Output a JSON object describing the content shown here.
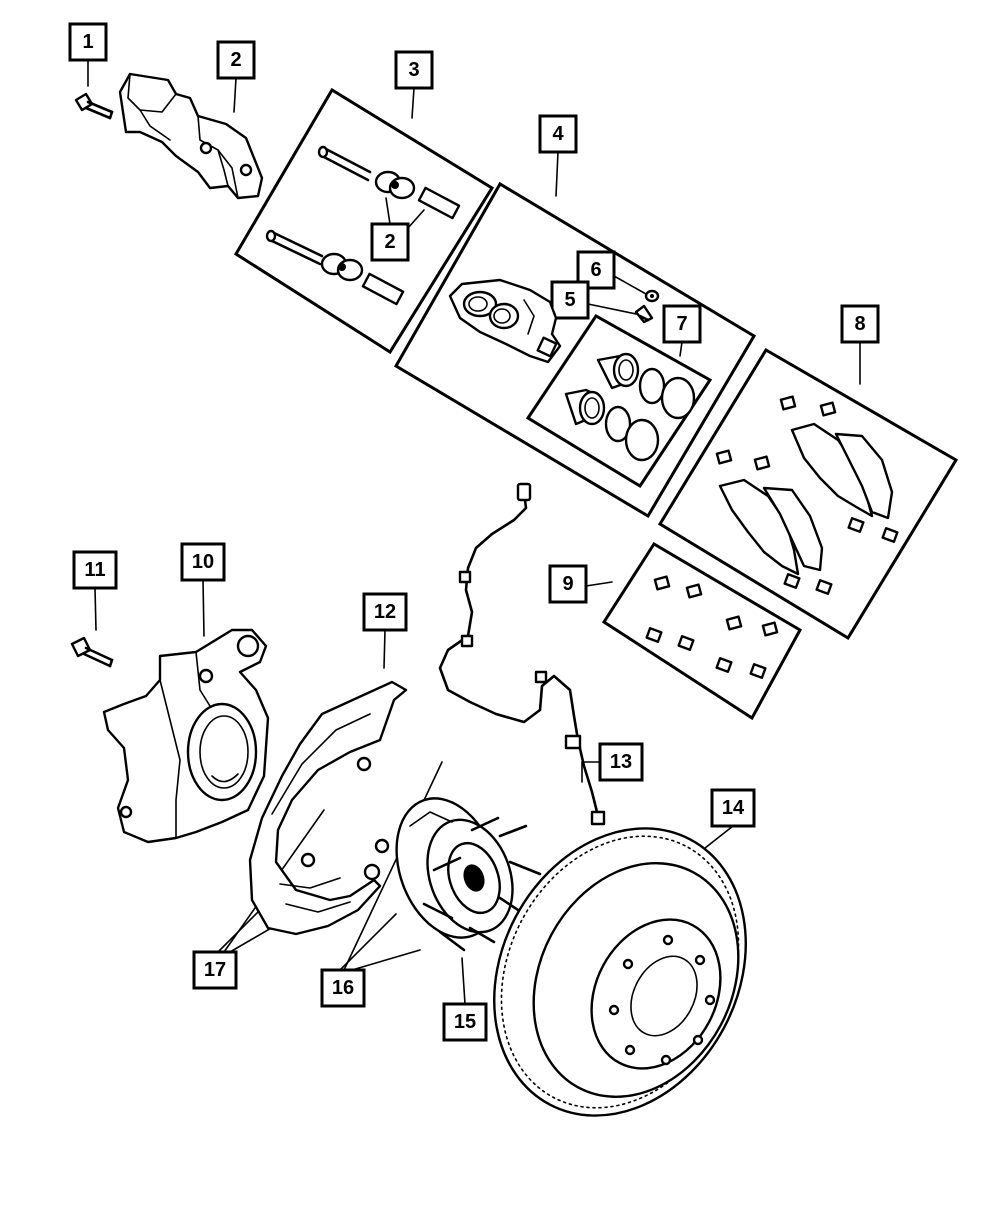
{
  "callouts": [
    {
      "id": "c1",
      "text": "1"
    },
    {
      "id": "c2a",
      "text": "2"
    },
    {
      "id": "c3",
      "text": "3"
    },
    {
      "id": "c2b",
      "text": "2"
    },
    {
      "id": "c4",
      "text": "4"
    },
    {
      "id": "c6",
      "text": "6"
    },
    {
      "id": "c5",
      "text": "5"
    },
    {
      "id": "c7",
      "text": "7"
    },
    {
      "id": "c8",
      "text": "8"
    },
    {
      "id": "c9",
      "text": "9"
    },
    {
      "id": "c11",
      "text": "11"
    },
    {
      "id": "c10",
      "text": "10"
    },
    {
      "id": "c12",
      "text": "12"
    },
    {
      "id": "c13",
      "text": "13"
    },
    {
      "id": "c14",
      "text": "14"
    },
    {
      "id": "c17",
      "text": "17"
    },
    {
      "id": "c16",
      "text": "16"
    },
    {
      "id": "c15",
      "text": "15"
    }
  ],
  "colors": {
    "line": "#000000",
    "background": "#ffffff"
  }
}
